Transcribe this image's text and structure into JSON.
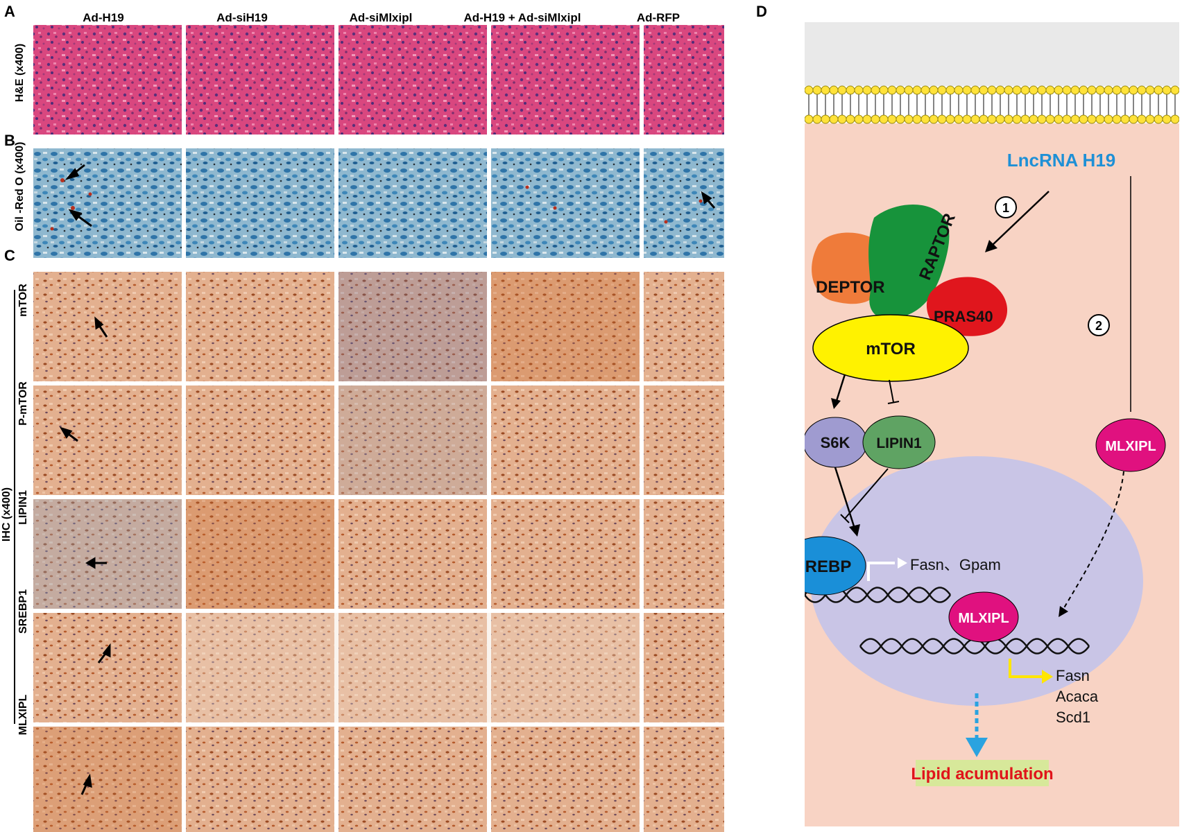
{
  "panels": {
    "a": "A",
    "b": "B",
    "c": "C",
    "d": "D"
  },
  "columns": [
    "Ad-H19",
    "Ad-siH19",
    "Ad-siMlxipl",
    "Ad-H19 + Ad-siMlxipl",
    "Ad-RFP"
  ],
  "row_labels": {
    "he": "H&E (x400)",
    "oil": "Oil -Red O (x400)",
    "ihc": "IHC (x400)",
    "ihc_rows": [
      "mTOR",
      "P-mTOR",
      "LIPIN1",
      "SREBP1",
      "MLXIPL"
    ]
  },
  "diagram": {
    "lncrna": "LncRNA H19",
    "step1": "1",
    "step2": "2",
    "raptor": "RAPTOR",
    "deptor": "DEPTOR",
    "pras40": "PRAS40",
    "mtor": "mTOR",
    "s6k": "S6K",
    "lipin1": "LIPIN1",
    "mlxipl_cyto": "MLXIPL",
    "srebp": "SREBP",
    "srebp_targets": "Fasn、Gpam",
    "mlxipl_nuc": "MLXIPL",
    "mlxipl_targets": [
      "Fasn",
      "Acaca",
      "Scd1"
    ],
    "outcome": "Lipid acumulation"
  },
  "colors": {
    "he_stain": "#d9477f",
    "oil_stain": "#4f8fb8",
    "ihc_stain": "#e3b08f",
    "cytoplasm": "#f8d3c4",
    "nucleus": "#c9c5e6",
    "lncrna_text": "#1e90d6",
    "outcome_text": "#e0141b",
    "outcome_bg": "#d7e89a"
  }
}
